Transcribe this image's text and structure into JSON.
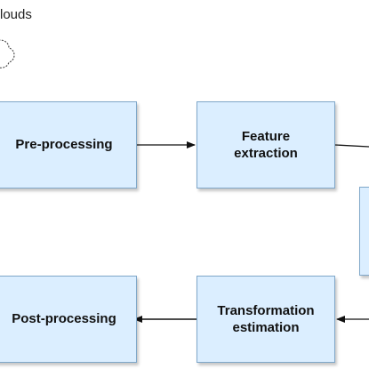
{
  "caption": "louds",
  "nodes": {
    "preprocessing": "Pre-processing",
    "feature_extraction_line1": "Feature",
    "feature_extraction_line2": "extraction",
    "transformation_line1": "Transformation",
    "transformation_line2": "estimation",
    "postprocessing": "Post-processing"
  },
  "colors": {
    "node_fill": "#dbeeff",
    "node_border": "#7fa7c9",
    "edge": "#111111"
  },
  "icons": [
    "cloud-outline-icon"
  ]
}
